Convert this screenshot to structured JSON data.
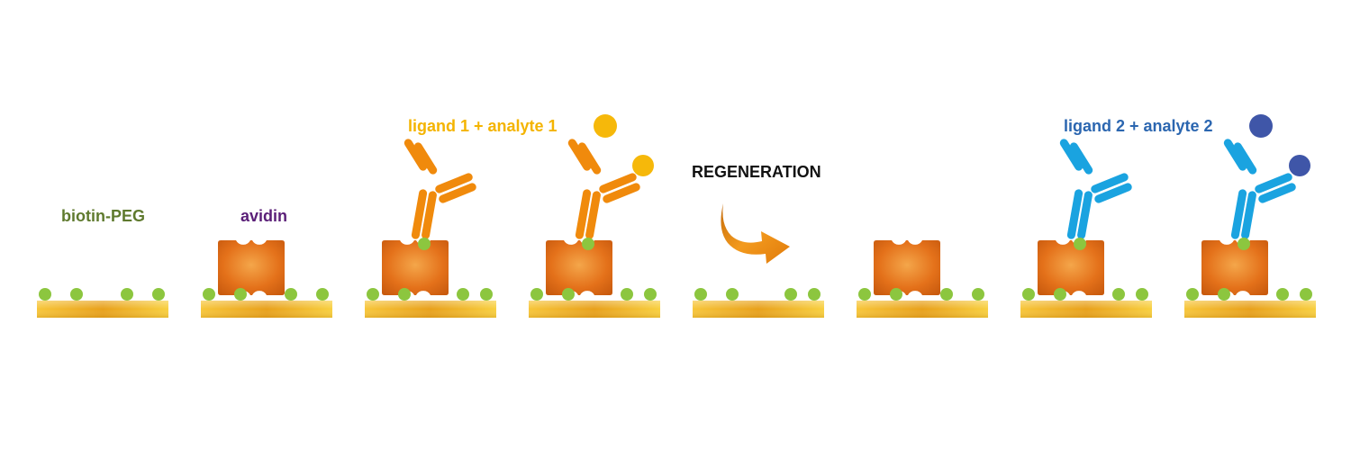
{
  "labels": {
    "biotin_peg": "biotin-PEG",
    "avidin": "avidin",
    "ligand_analyte_1": "ligand 1 + analyte 1",
    "regeneration": "REGENERATION",
    "ligand_analyte_2": "ligand 2 + analyte 2"
  },
  "colors": {
    "biotin_peg": "#5f7a2e",
    "avidin": "#5a1f78",
    "ligand_analyte_1": "#f4b400",
    "regeneration": "#111111",
    "ligand_analyte_2": "#2b66b0",
    "antibody_1": "#f08a0c",
    "antibody_2": "#1aa3e0",
    "analyte_1": "#f6b80a",
    "analyte_2": "#3f56a8",
    "biotin_dot": "#8cc63f",
    "avidin_body": "#e86f12",
    "gold_substrate": "#f2b51c",
    "arrow": "#ef8a12"
  }
}
